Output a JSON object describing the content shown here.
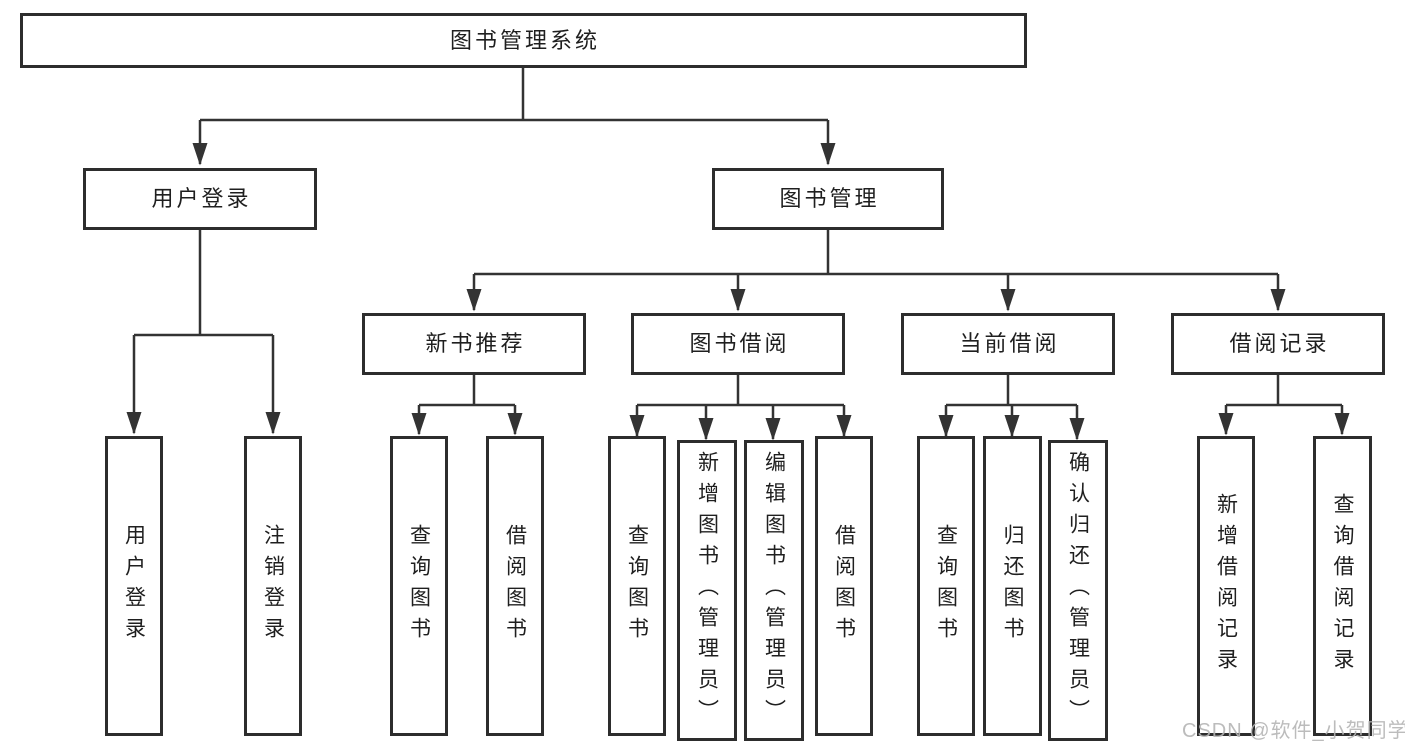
{
  "diagram": {
    "root": {
      "label": "图书管理系统"
    },
    "level2": {
      "user_login": {
        "label": "用户登录"
      },
      "book_mgmt": {
        "label": "图书管理"
      }
    },
    "level3": {
      "new_books": {
        "label": "新书推荐"
      },
      "borrowing": {
        "label": "图书借阅"
      },
      "current": {
        "label": "当前借阅"
      },
      "records": {
        "label": "借阅记录"
      }
    },
    "leaves": {
      "user_login": [
        "用户登录",
        "注销登录"
      ],
      "new_books": [
        "查询图书",
        "借阅图书"
      ],
      "borrowing": [
        "查询图书",
        "新增图书（管理员）",
        "编辑图书（管理员）",
        "借阅图书"
      ],
      "current": [
        "查询图书",
        "归还图书",
        "确认归还（管理员）"
      ],
      "records": [
        "新增借阅记录",
        "查询借阅记录"
      ]
    }
  },
  "watermark": {
    "text": "CSDN @软件_小贺同学"
  },
  "colors": {
    "line": "#333333",
    "box_border": "#2d2d2d",
    "text": "#1f1f1f",
    "watermark_text": "#b5b5b5",
    "background": "#ffffff"
  }
}
